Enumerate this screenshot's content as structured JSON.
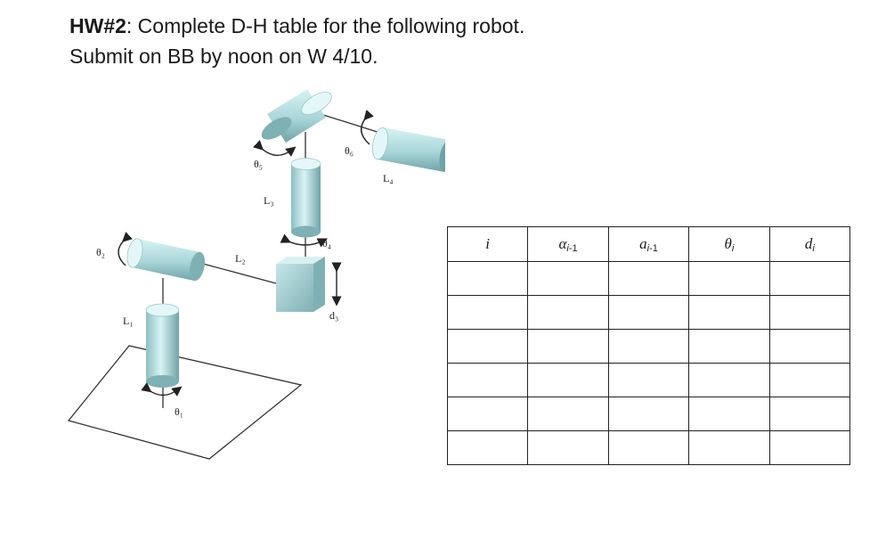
{
  "heading": {
    "hw_label": "HW#2",
    "line1_rest": ": Complete D-H table for the following robot.",
    "line2": "Submit on BB by noon on W 4/10."
  },
  "figure_labels": {
    "theta1": "θ₁",
    "theta2": "θ₂",
    "theta4": "θ₄",
    "theta5": "θ₅",
    "theta6": "θ₆",
    "L1": "L₁",
    "L2": "L₂",
    "L3": "L₃",
    "L4": "L₄",
    "d3": "d₃"
  },
  "table": {
    "headers": {
      "i": "i",
      "alpha_sym": "α",
      "alpha_sub_i": "i",
      "alpha_sub_rest": "-1",
      "a_sym": "a",
      "a_sub_i": "i",
      "a_sub_rest": "-1",
      "theta_sym": "θ",
      "theta_sub": "i",
      "d_sym": "d",
      "d_sub": "i"
    },
    "rows": [
      [
        "",
        "",
        "",
        "",
        ""
      ],
      [
        "",
        "",
        "",
        "",
        ""
      ],
      [
        "",
        "",
        "",
        "",
        ""
      ],
      [
        "",
        "",
        "",
        "",
        ""
      ],
      [
        "",
        "",
        "",
        "",
        ""
      ],
      [
        "",
        "",
        "",
        "",
        ""
      ]
    ]
  },
  "colors": {
    "cylinder_light": "#cfeef0",
    "cylinder_dark": "#7fb0b3",
    "line": "#333333"
  }
}
